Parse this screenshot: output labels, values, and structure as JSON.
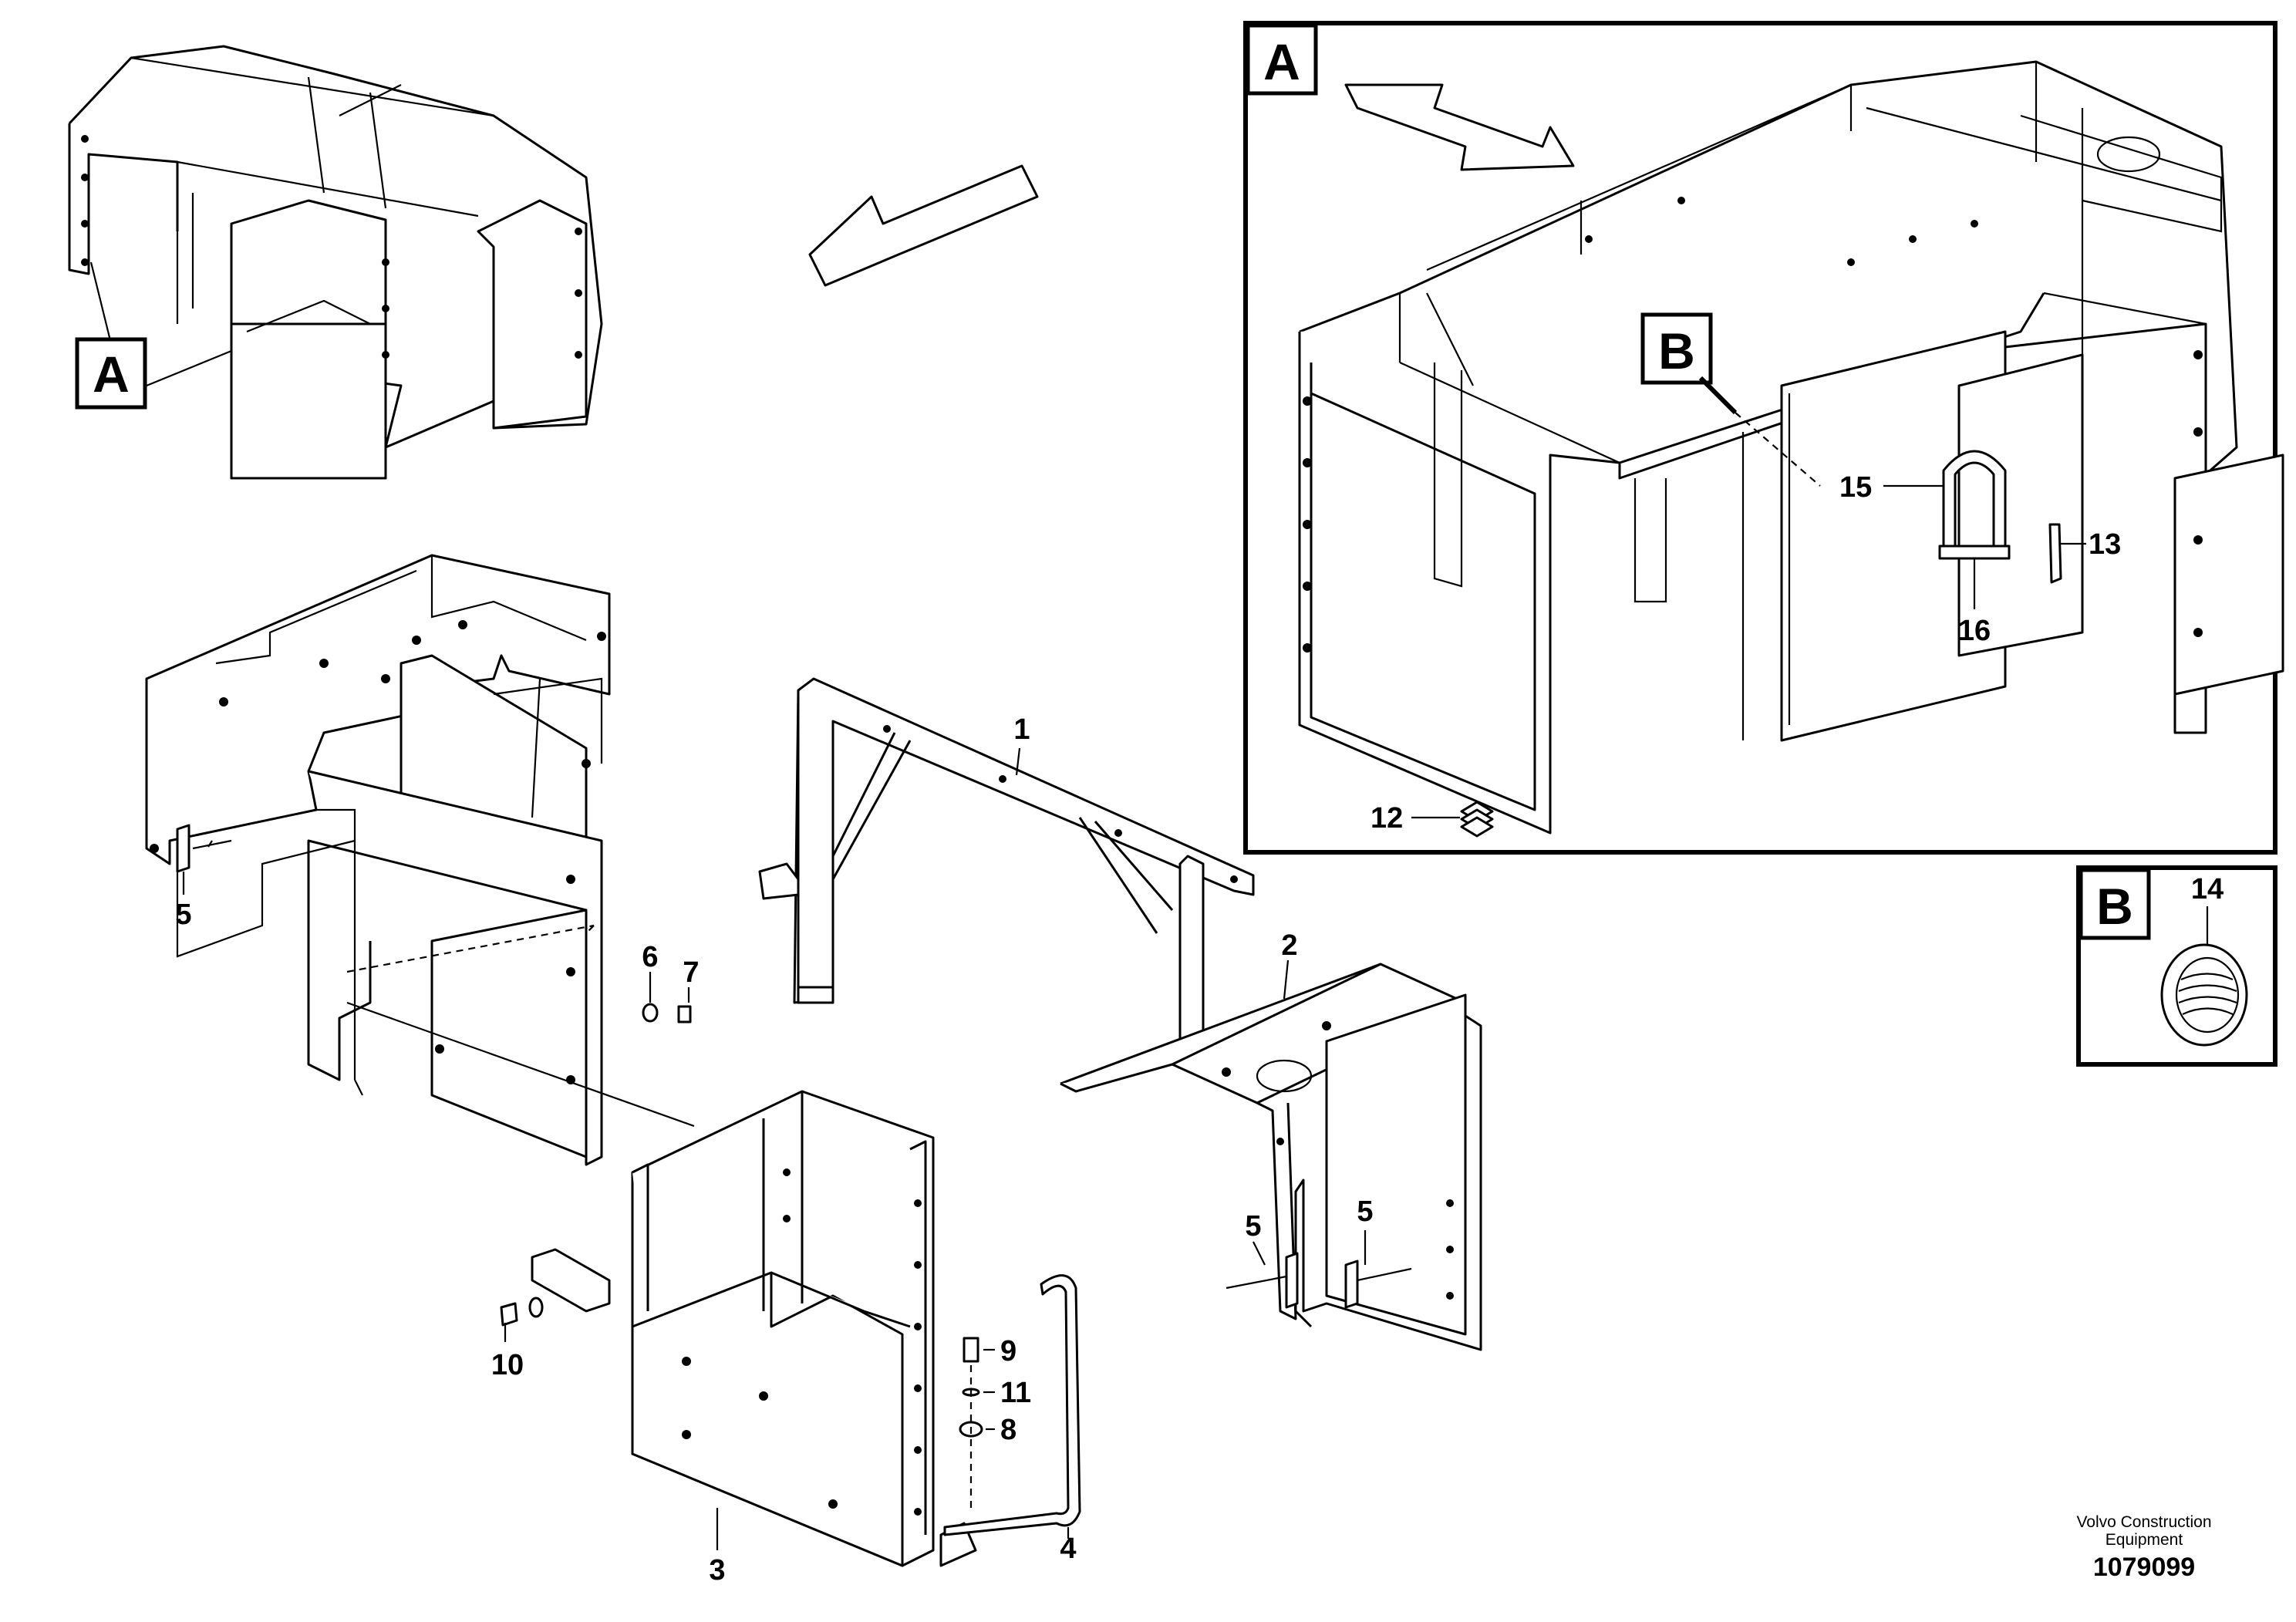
{
  "callouts": {
    "A_thumb": "A",
    "A_detail": "A",
    "B_detail": "B",
    "B_inset": "B"
  },
  "part_labels": {
    "p1": "1",
    "p2": "2",
    "p3": "3",
    "p4": "4",
    "p5a": "5",
    "p5b": "5",
    "p5c": "5",
    "p6": "6",
    "p7": "7",
    "p8": "8",
    "p9": "9",
    "p10": "10",
    "p11": "11",
    "p12": "12",
    "p13": "13",
    "p14": "14",
    "p15": "15",
    "p16": "16"
  },
  "footer": {
    "line1": "Volvo Construction",
    "line2": "Equipment",
    "ref": "1079099"
  }
}
